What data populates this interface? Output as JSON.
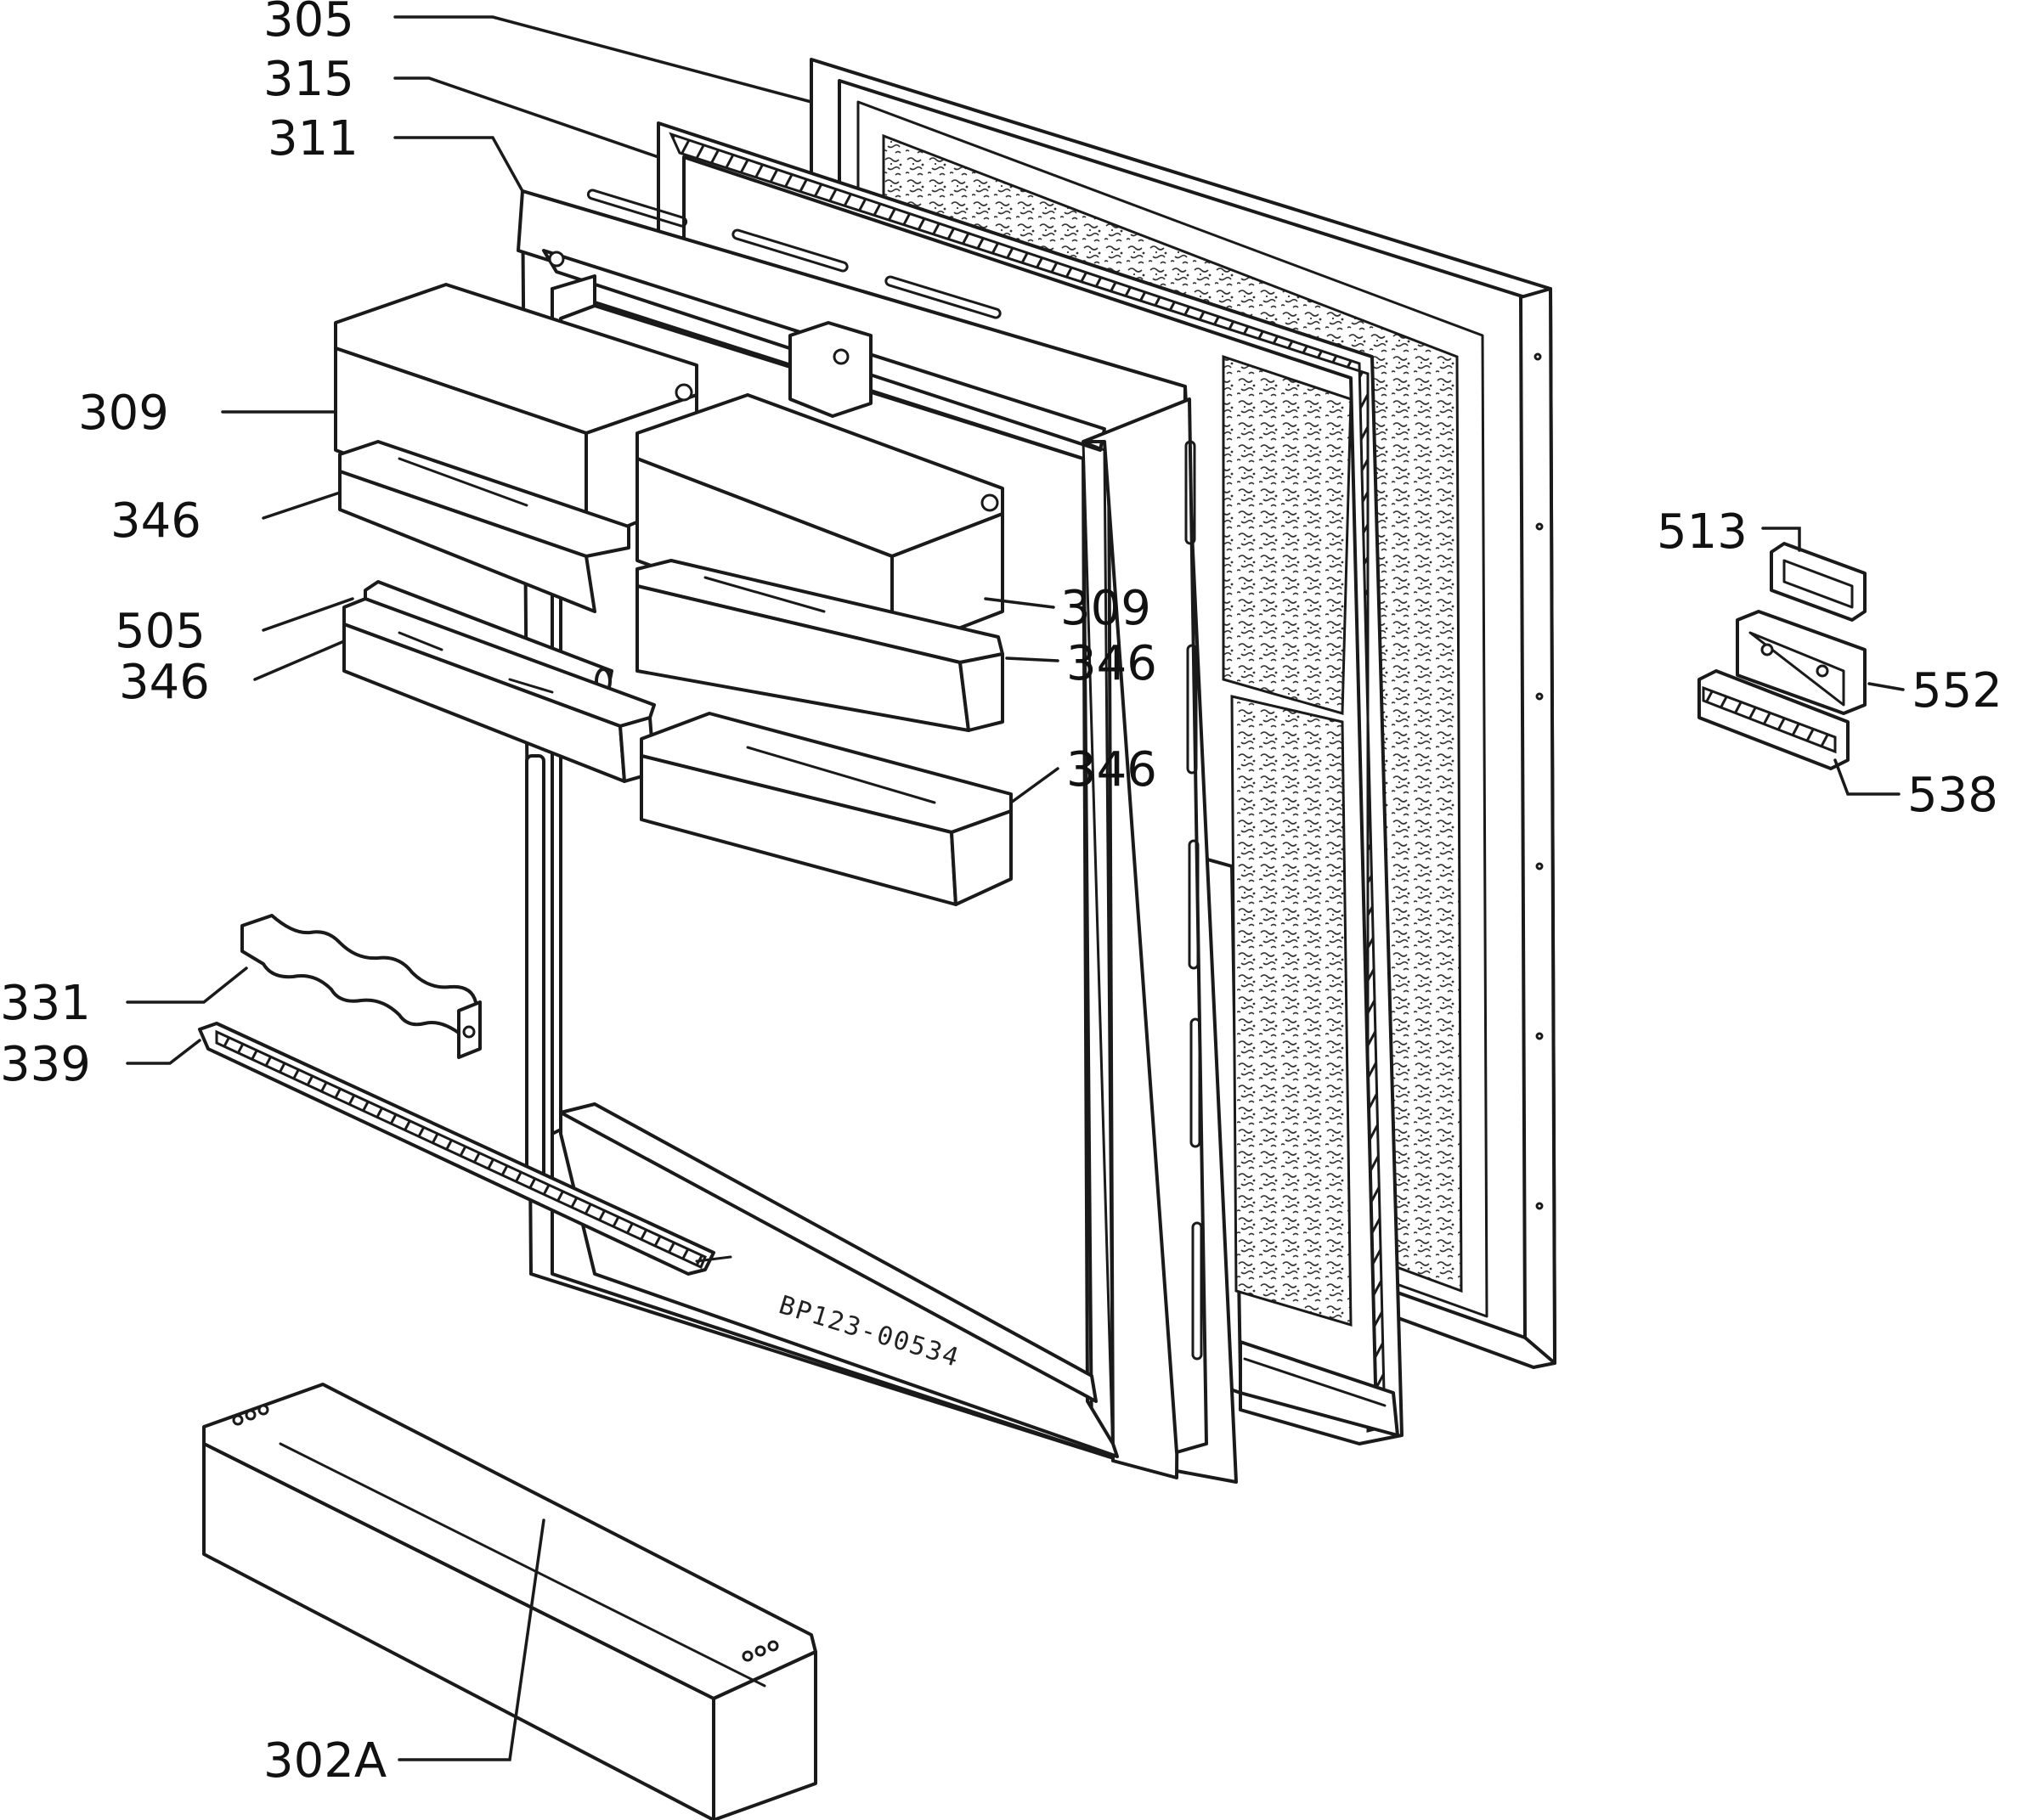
{
  "labels": {
    "l305": "305",
    "l315": "315",
    "l311": "311",
    "l309a": "309",
    "l346a": "346",
    "l505": "505",
    "l346b": "346",
    "l309b": "309",
    "l346c": "346",
    "l346d": "346",
    "l331": "331",
    "l339": "339",
    "l302a": "302A",
    "l513": "513",
    "l552": "552",
    "l538": "538"
  },
  "drawing_code": "BP123-00534",
  "colors": {
    "line": "#1a1a1a",
    "background": "#ffffff"
  }
}
